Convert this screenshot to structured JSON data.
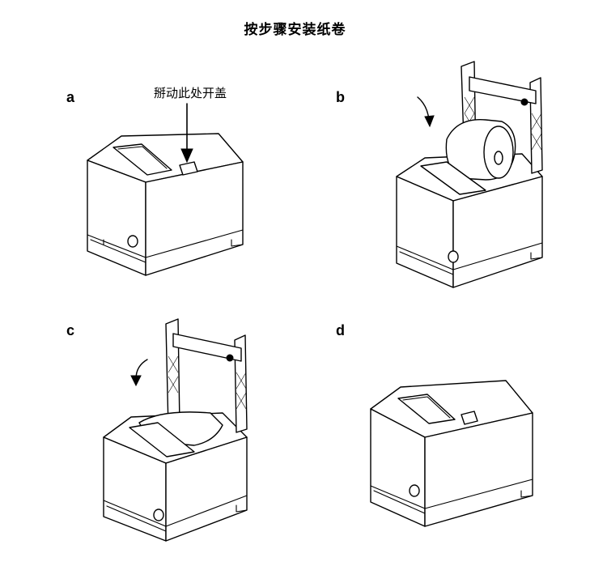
{
  "title": "按步骤安装纸卷",
  "steps": [
    {
      "label": "a",
      "callout": "掰动此处开盖"
    },
    {
      "label": "b"
    },
    {
      "label": "c"
    },
    {
      "label": "d"
    }
  ]
}
